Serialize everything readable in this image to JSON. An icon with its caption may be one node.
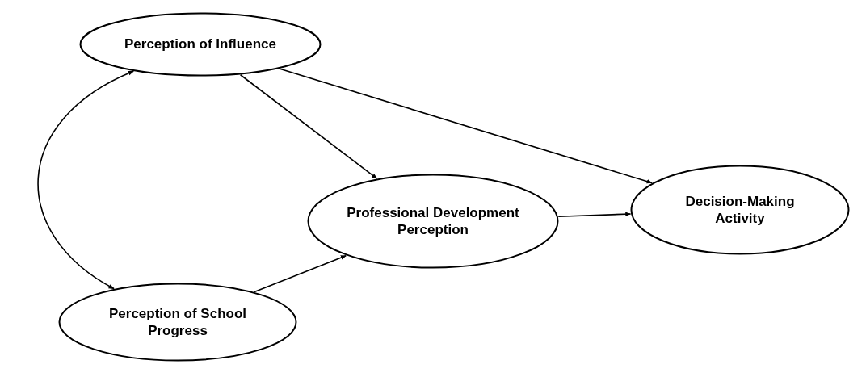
{
  "diagram": {
    "nodes": [
      {
        "text": [
          "Perception of Influence"
        ]
      },
      {
        "text": [
          "Perception of School Progress"
        ]
      },
      {
        "text": [
          "Professional Development Perception"
        ]
      },
      {
        "text": [
          "Decision-Making Activity"
        ]
      }
    ],
    "edges": [
      {
        "from": 0,
        "to": 1,
        "arrow": "both"
      },
      {
        "from": 0,
        "to": 2,
        "arrow": "to"
      },
      {
        "from": 0,
        "to": 3,
        "arrow": "to"
      },
      {
        "from": 1,
        "to": 2,
        "arrow": "to"
      },
      {
        "from": 2,
        "to": 3,
        "arrow": "to"
      }
    ]
  }
}
